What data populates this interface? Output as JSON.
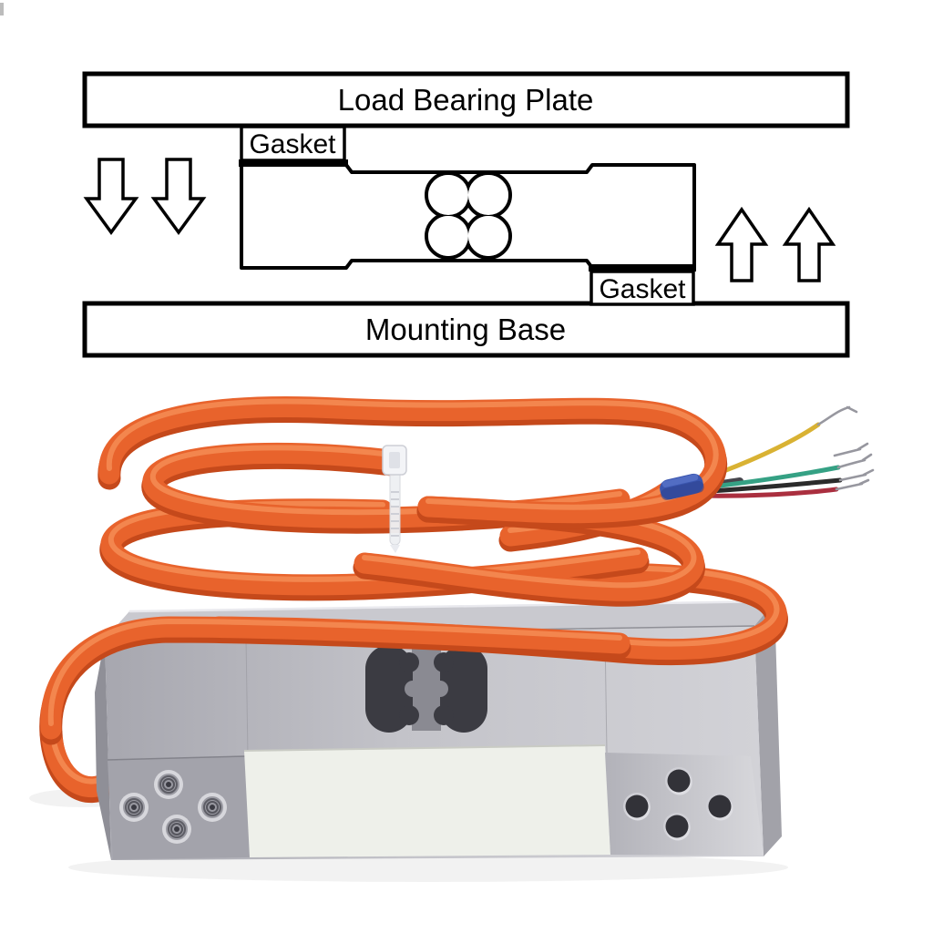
{
  "theme": {
    "ink": "#000000",
    "background": "#ffffff",
    "cable": "#e8632c",
    "cable_shade": "#c5491b",
    "cable_highlight": "#f58e58",
    "zip_tie": "#eef0f3",
    "sleeve_blue": "#3a55ae",
    "wire_yellow": "#d9b233",
    "wire_white": "#ececе8",
    "wire_green": "#35a184",
    "wire_black": "#2b2b2b",
    "wire_red": "#aa2f3f",
    "wire_tip": "#97979f",
    "metal_light": "#d2d2d7",
    "metal_mid": "#b3b3ba",
    "metal_dark": "#8f8f97",
    "label_white": "#eef0ea",
    "hole_dark": "#323238",
    "cutout_dark": "#3b3b42"
  },
  "diagram": {
    "load_bearing_plate_label": "Load Bearing Plate",
    "gasket_top_label": "Gasket",
    "gasket_bottom_label": "Gasket",
    "mounting_base_label": "Mounting Base",
    "force_down_arrows": 2,
    "force_up_arrows": 2
  },
  "photo": {
    "subject": "aluminum single-point load cell with coiled orange sensor cable",
    "cable_ties": 1,
    "sleeve": "blue heat-shrink at cable end",
    "lead_wires": [
      "yellow",
      "white",
      "green",
      "black",
      "red"
    ],
    "left_end_threaded_holes": 4,
    "right_end_holes": 4,
    "front_label_text": ""
  }
}
